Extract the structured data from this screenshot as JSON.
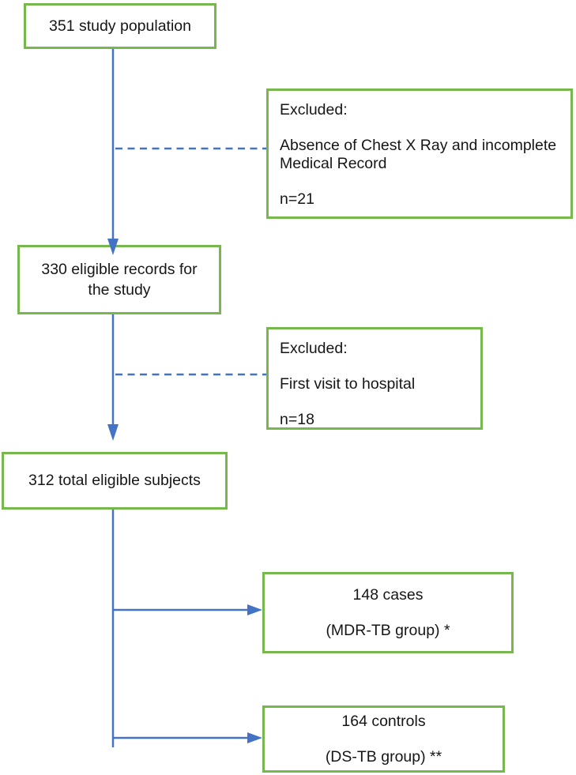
{
  "colors": {
    "box_border": "#77b84e",
    "connector": "#4472c4",
    "text": "#161616",
    "background": "#ffffff"
  },
  "diagram": {
    "type": "flowchart",
    "boxes": {
      "study_population": {
        "lines": [
          "351 study population"
        ]
      },
      "excluded_1": {
        "lines": [
          "Excluded:",
          "Absence of Chest X Ray and incomplete",
          "Medical Record",
          "n=21"
        ]
      },
      "eligible_records": {
        "lines": [
          "330 eligible records for",
          "the study"
        ]
      },
      "excluded_2": {
        "lines": [
          "Excluded:",
          "First visit to hospital",
          "n=18"
        ]
      },
      "total_eligible": {
        "lines": [
          "312 total eligible subjects"
        ]
      },
      "cases": {
        "lines": [
          "148 cases",
          "(MDR-TB group) *"
        ]
      },
      "controls": {
        "lines": [
          "164 controls",
          "(DS-TB group) **"
        ]
      }
    },
    "connectors": [
      {
        "from": "study_population",
        "to": "eligible_records",
        "style": "solid-arrow"
      },
      {
        "from": "study_population_arrow",
        "to": "excluded_1",
        "style": "dashed-line"
      },
      {
        "from": "eligible_records",
        "to": "total_eligible",
        "style": "solid-arrow"
      },
      {
        "from": "eligible_records_arrow",
        "to": "excluded_2",
        "style": "dashed-line"
      },
      {
        "from": "total_eligible",
        "to": "cases",
        "style": "solid-arrow"
      },
      {
        "from": "total_eligible",
        "to": "controls",
        "style": "solid-arrow"
      }
    ]
  }
}
